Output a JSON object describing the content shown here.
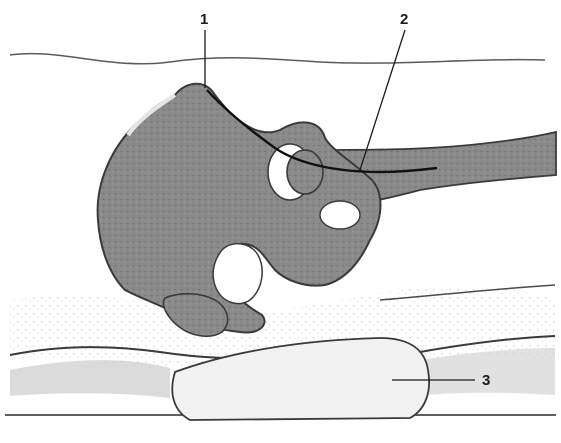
{
  "figure": {
    "labels": [
      {
        "id": "1",
        "text": "1"
      },
      {
        "id": "2",
        "text": "2"
      },
      {
        "id": "3",
        "text": "3"
      }
    ],
    "colors": {
      "bone": "#8a8a8a",
      "bone_edge": "#4a4a4a",
      "foramen": "#ffffff",
      "skin_line": "#5a5a5a",
      "soft_tissue": "#d8d8d8",
      "cushion": "#f2f2f2",
      "rod": "#7e7e7e",
      "wire": "#111111"
    }
  }
}
